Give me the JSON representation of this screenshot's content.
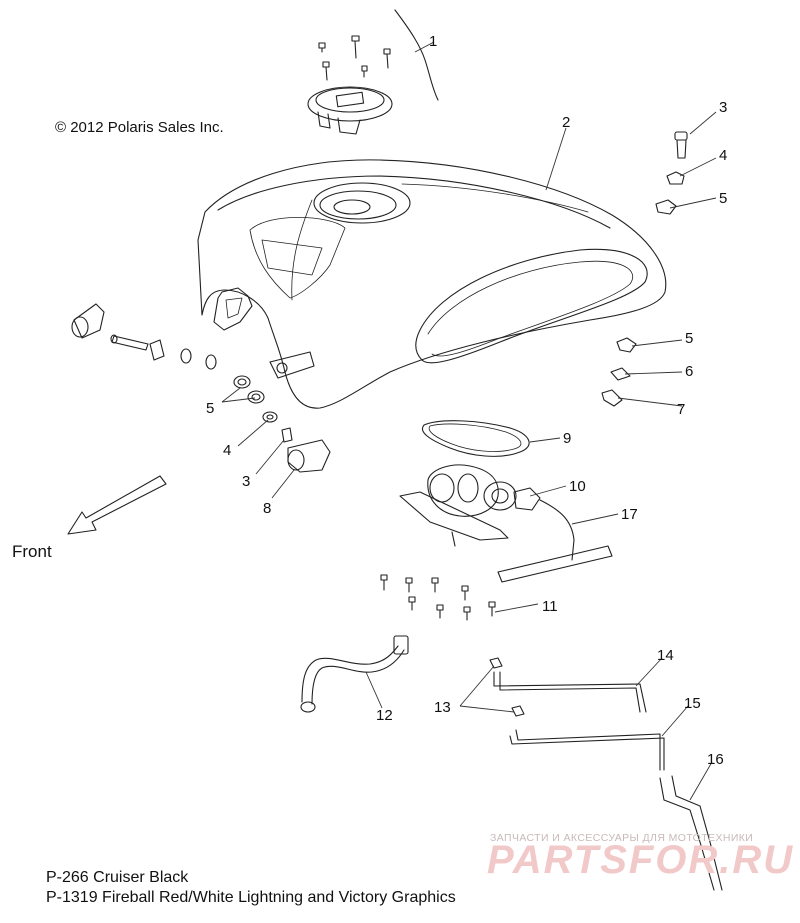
{
  "copyright": "© 2012 Polaris Sales Inc.",
  "front_label": "Front",
  "callouts": [
    "1",
    "2",
    "3",
    "4",
    "5",
    "5",
    "6",
    "7",
    "9",
    "10",
    "17",
    "11",
    "12",
    "13",
    "14",
    "15",
    "16",
    "5",
    "4",
    "3",
    "8"
  ],
  "footer": {
    "line1": "P-266  Cruiser Black",
    "line2": "P-1319 Fireball Red/White Lightning and Victory Graphics"
  },
  "watermark": {
    "caption": "ЗАПЧАСТИ И АКСЕССУАРЫ ДЛЯ МОТОТЕХНИКИ",
    "brand": "PARTSFOR.RU"
  }
}
